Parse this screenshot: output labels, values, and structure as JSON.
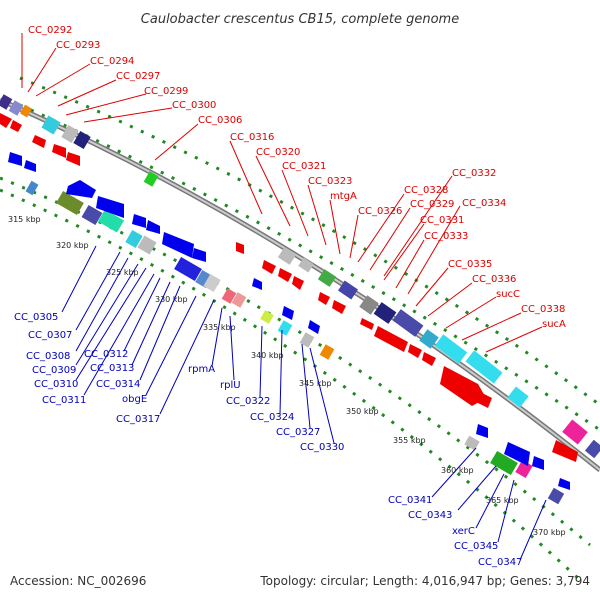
{
  "title": "Caulobacter crescentus CB15, complete genome",
  "footer": {
    "accession": "Accession: NC_002696",
    "summary": "Topology: circular; Length: 4,016,947 bp; Genes: 3,794"
  },
  "colors": {
    "backbone": "#999999",
    "forward_label": "#dd0000",
    "reverse_label": "#0000bb",
    "forward_cds": "#ee0000",
    "reverse_cds": "#0000ee",
    "track_dots": "#228822"
  },
  "ticks": [
    "315 kbp",
    "320 kbp",
    "325 kbp",
    "330 kbp",
    "335 kbp",
    "340 kbp",
    "345 kbp",
    "350 kbp",
    "355 kbp",
    "360 kbp",
    "365 kbp",
    "370 kbp"
  ],
  "labels_top": [
    "CC_0292",
    "CC_0293",
    "CC_0294",
    "CC_0297",
    "CC_0299",
    "CC_0300",
    "CC_0306",
    "CC_0316",
    "CC_0320",
    "CC_0321",
    "CC_0323",
    "mtgA",
    "CC_0326",
    "CC_0328",
    "CC_0329",
    "CC_0331",
    "CC_0333",
    "CC_0332",
    "CC_0334",
    "CC_0335",
    "CC_0336",
    "sucC",
    "CC_0338",
    "sucA"
  ],
  "labels_bottom": [
    "CC_0305",
    "CC_0307",
    "CC_0308",
    "CC_0309",
    "CC_0310",
    "CC_0311",
    "CC_0312",
    "CC_0313",
    "CC_0314",
    "obgE",
    "CC_0317",
    "rpmA",
    "rplU",
    "CC_0322",
    "CC_0324",
    "CC_0327",
    "CC_0330",
    "CC_0341",
    "CC_0343",
    "xerC",
    "CC_0345",
    "CC_0347"
  ]
}
